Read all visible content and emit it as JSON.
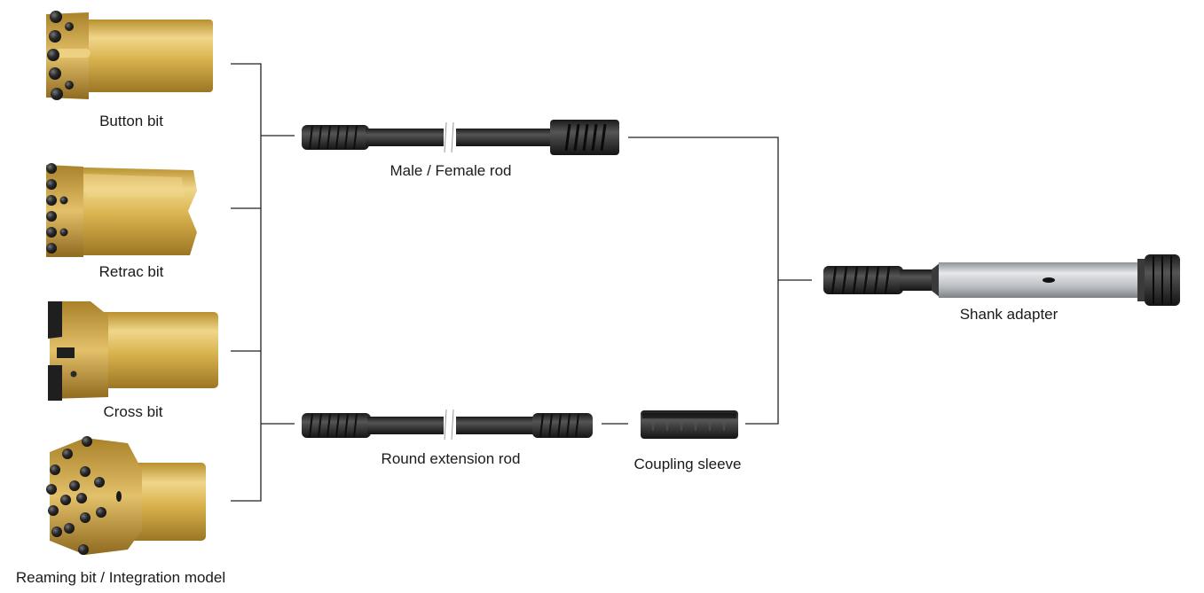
{
  "components": {
    "button_bit": "Button bit",
    "retrac_bit": "Retrac bit",
    "cross_bit": "Cross bit",
    "reaming_bit": "Reaming bit / Integration model",
    "male_female_rod": "Male / Female rod",
    "round_extension_rod": "Round extension rod",
    "coupling_sleeve": "Coupling sleeve",
    "shank_adapter": "Shank adapter"
  },
  "colors": {
    "bit_gold": "#d9b24e",
    "bit_gold_dark": "#a9822a",
    "bit_gold_light": "#f0d68a",
    "button_black": "#1e1e1e",
    "rod_black": "#2a2a2a",
    "shank_silver": "#b8bcc0",
    "connector_line": "#222222"
  }
}
